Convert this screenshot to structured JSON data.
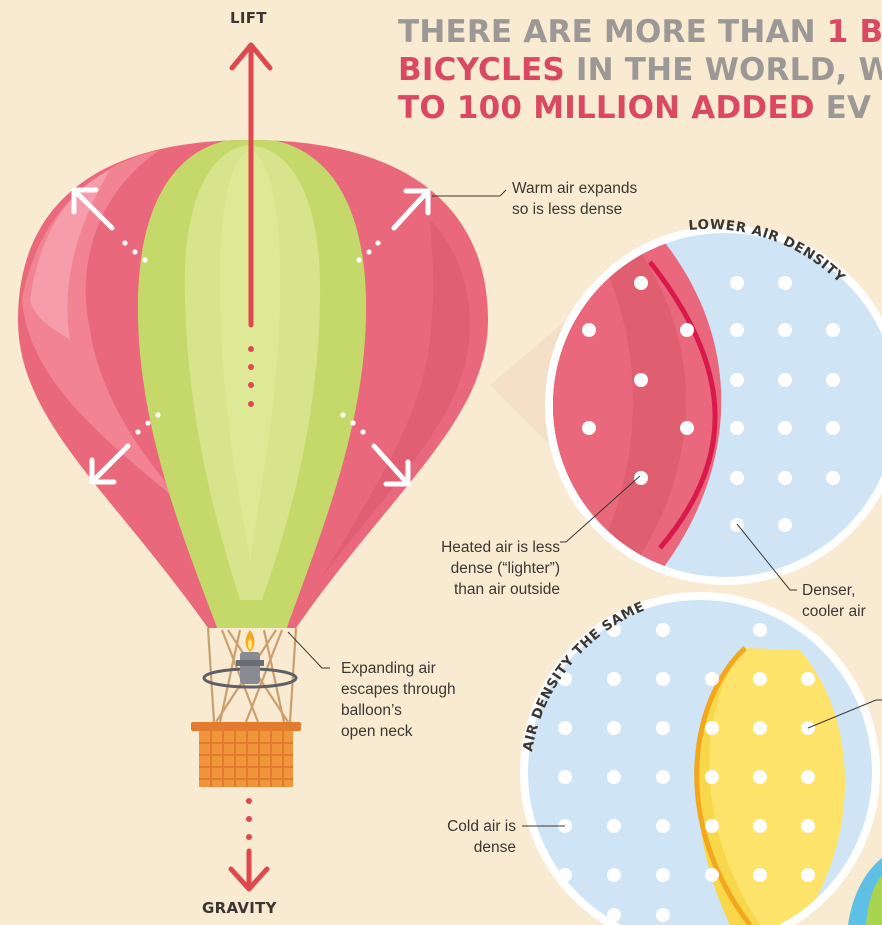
{
  "headline": {
    "line1": {
      "plain": "THERE ARE MORE THAN ",
      "highlight": "1 B"
    },
    "line2": {
      "highlight": "BICYCLES",
      "plain": " IN THE WORLD, W"
    },
    "line3": {
      "highlight": "TO 100 MILLION ADDED",
      "plain": " EV"
    }
  },
  "forces": {
    "up": "LIFT",
    "down": "GRAVITY"
  },
  "arc_titles": {
    "top_circle": "LOWER AIR DENSITY",
    "bottom_circle": "AIR DENSITY THE SAME"
  },
  "labels": {
    "warm_air": [
      "Warm air expands",
      "so is less dense"
    ],
    "heated_air": [
      "Heated air is less",
      "dense (“lighter”)",
      "than air outside"
    ],
    "denser_air": [
      "Denser,",
      "cooler air"
    ],
    "expanding_air": [
      "Expanding air",
      "escapes through",
      "balloon’s",
      "open neck"
    ],
    "cold_air": [
      "Cold air is",
      "dense"
    ]
  },
  "colors": {
    "background": "#f9ead2",
    "balloon_pink": "#e9687b",
    "balloon_green": "#c5d96a",
    "arrow_red": "#e0484f",
    "cool_air_blue": "#cfe5f6",
    "warm_yellow": "#fde36a",
    "rim_red": "#d9194b",
    "rim_orange": "#f3a71d",
    "basket_orange": "#f0953a"
  }
}
